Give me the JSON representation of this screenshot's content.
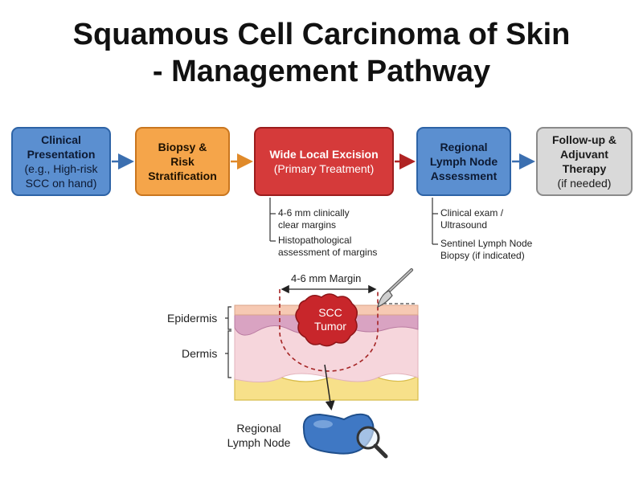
{
  "title": {
    "line1": "Squamous Cell Carcinoma of Skin",
    "line2": "- Management Pathway"
  },
  "steps": [
    {
      "bold": [
        "Clinical",
        "Presentation"
      ],
      "normal": [
        "(e.g., High-risk",
        "SCC on hand)"
      ],
      "color": "#5b8fd0"
    },
    {
      "bold": [
        "Biopsy &",
        "Risk",
        "Stratification"
      ],
      "normal": [],
      "color": "#f5a54a"
    },
    {
      "bold": [
        "Wide Local Excision"
      ],
      "normal": [
        "(Primary Treatment)"
      ],
      "color": "#d53a3a"
    },
    {
      "bold": [
        "Regional",
        "Lymph Node",
        "Assessment"
      ],
      "normal": [],
      "color": "#5b8fd0"
    },
    {
      "bold": [
        "Follow-up &",
        "Adjuvant",
        "Therapy"
      ],
      "normal": [
        "(if needed)"
      ],
      "color": "#d9d9d9"
    }
  ],
  "excision_notes": [
    [
      "4-6 mm clinically",
      "clear margins"
    ],
    [
      "Histopathological",
      "assessment of margins"
    ]
  ],
  "lymph_notes": [
    [
      "Clinical exam /",
      "Ultrasound"
    ],
    [
      "Sentinel Lymph Node",
      "Biopsy (if indicated)"
    ]
  ],
  "illustration": {
    "margin_label": "4-6 mm Margin",
    "tumor_label": [
      "SCC",
      "Tumor"
    ],
    "epidermis_label": "Epidermis",
    "dermis_label": "Dermis",
    "lymph_node_label": [
      "Regional",
      "Lymph Node"
    ],
    "icons": [
      "scalpel-icon",
      "magnifying-glass-icon",
      "lymph-node-icon"
    ]
  },
  "colors": {
    "arrow_blue": "#3b6fb0",
    "arrow_orange": "#e08a2a",
    "arrow_red": "#b02424",
    "tumor": "#c8262b",
    "skin_top": "#f6c9b3",
    "epidermis": "#d9a3c2",
    "dermis": "#f6d6dc",
    "fat": "#f7e08a",
    "node": "#3f78c4"
  }
}
